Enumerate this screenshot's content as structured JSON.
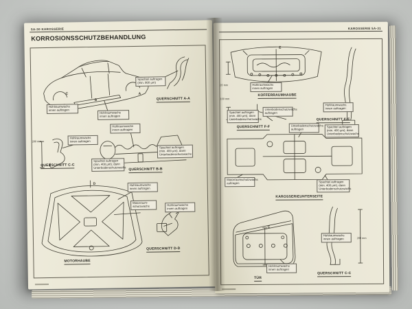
{
  "colors": {
    "background": "#c7cac7",
    "page": "#eae7d6",
    "ink": "#3c3a30"
  },
  "left_page": {
    "running_head": "5A-30 KAROSSERIE",
    "title": "KORROSIONSSCHUTZBEHANDLUNG",
    "captions": {
      "querschnitt_a": "QUERSCHNITT A-A",
      "querschnitt_c": "QUERSCHNITT C-C",
      "querschnitt_b": "QUERSCHNITT B-B",
      "querschnitt_d": "QUERSCHNITT D-D",
      "motorhaube": "MOTORHAUBE"
    },
    "dimensions": {
      "c_section_height": "200 mm"
    }
  },
  "right_page": {
    "running_head": "KAROSSERIE 5A-31",
    "captions": {
      "kofferraumhaube": "KOFFERRAUMHAUBE",
      "querschnitt_f": "QUERSCHNITT F-F",
      "querschnitt_e": "QUERSCHNITT E-E",
      "karosserieunterseite": "KAROSSERIEUNTERSEITE",
      "tuer": "TÜR",
      "querschnitt_c": "QUERSCHNITT C-C"
    },
    "dimensions": {
      "trunk_edge": "20 mm",
      "f_section": "100 mm",
      "c_section_height": "200 mm"
    }
  },
  "labels": {
    "hohlraumwachs": "Hohlraumwachs innen auftragen",
    "spachtel_800": "Spachtel auftragen (min. 800 µm)",
    "spachtel_400": "Spachtel auftragen (min. 400 µm), dann Unterbodenschutzwachs",
    "unterbodenschutzwachs": "Unterbodenschutzwachs auftragen",
    "motorraumschutzwachs": "Motorraumschutzwachs auftragen",
    "motorraum_schutzwachs": "Motorraum-schutzwachs"
  },
  "section_markers": {
    "a": "A",
    "b": "B",
    "c": "C",
    "d": "D",
    "e": "E"
  }
}
